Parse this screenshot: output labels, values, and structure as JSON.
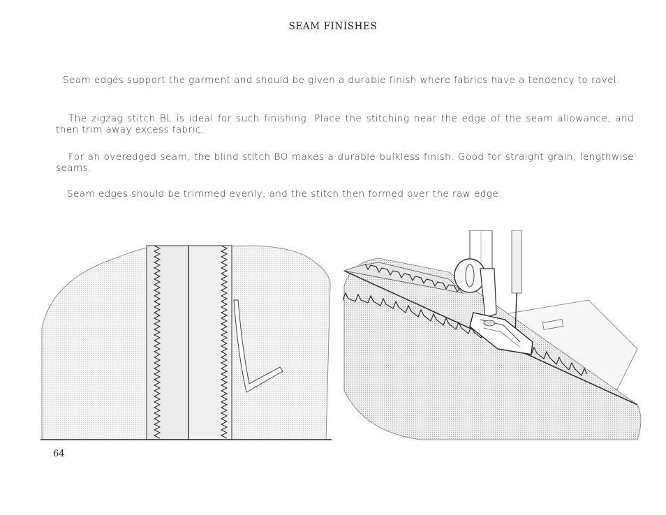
{
  "page": {
    "title": "SEAM FINISHES",
    "paragraphs": [
      "Seam edges support the garment and should be given a durable finish where fabrics have a tendency to ravel.",
      "The zigzag stitch BL is ideal for such finishing. Place the stitching near the edge of the seam allowance, and then trim away excess fabric.",
      "For an overedged seam, the blind stitch BO makes a durable bulkless finish. Good for straight grain, lengthwise seams.",
      "Seam edges should be trimmed evenly, and the stitch then formed over the raw edge."
    ],
    "page_number": "64"
  }
}
